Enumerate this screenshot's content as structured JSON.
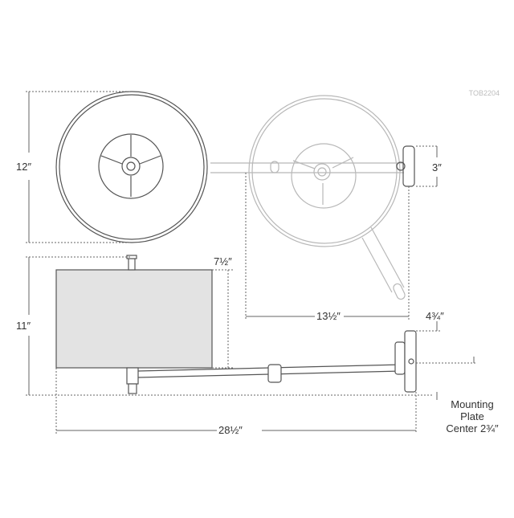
{
  "product_code": "TOB2204",
  "dimensions": {
    "top_height": "12″",
    "plate_height": "3″",
    "swing_extension": "13½″",
    "side_height": "11″",
    "shade_offset": "7½″",
    "plate_depth": "4¾″",
    "overall_width": "28½″",
    "mounting_line1": "Mounting",
    "mounting_line2": "Plate",
    "mounting_line3": "Center 2¾″"
  },
  "colors": {
    "line": "#555555",
    "ghost": "#b5b5b5",
    "shade_fill": "#e3e3e3"
  }
}
